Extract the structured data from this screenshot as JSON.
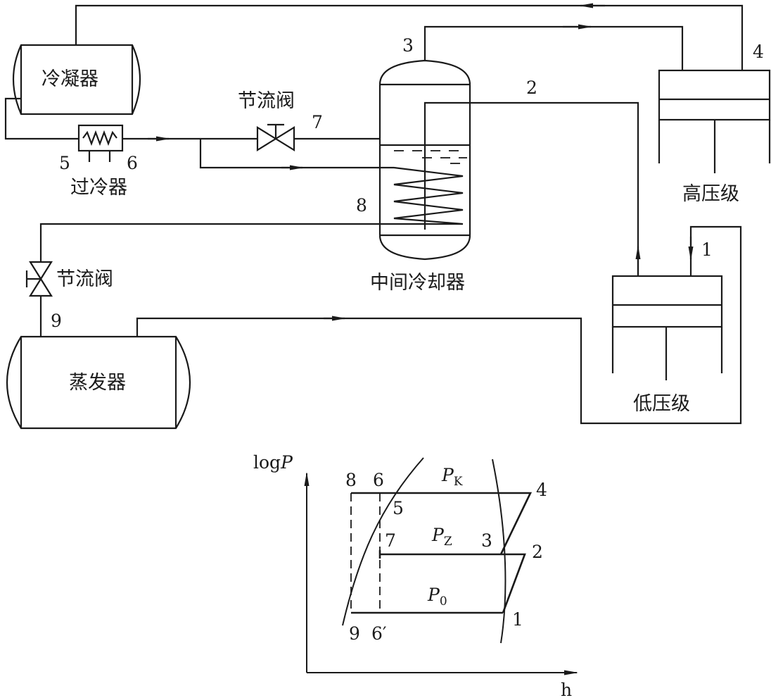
{
  "labels": {
    "condenser": "冷凝器",
    "subcooler": "过冷器",
    "throttle_valve_top": "节流阀",
    "throttle_valve_left": "节流阀",
    "intercooler": "中间冷却器",
    "evaporator": "蒸发器",
    "high_stage": "高压级",
    "low_stage": "低压级"
  },
  "points": {
    "p1": "1",
    "p2": "2",
    "p3": "3",
    "p4": "4",
    "p5": "5",
    "p6": "6",
    "p7": "7",
    "p8": "8",
    "p9": "9"
  },
  "chart": {
    "ylabel_prefix": "log",
    "ylabel_var": "P",
    "xlabel": "h",
    "pk_main": "P",
    "pk_sub": "K",
    "pz_main": "P",
    "pz_sub": "Z",
    "p0_main": "P",
    "p0_sub": "0",
    "pt8": "8",
    "pt6": "6",
    "pt5": "5",
    "pt4": "4",
    "pt7": "7",
    "pt3": "3",
    "pt2": "2",
    "pt1": "1",
    "pt9": "9",
    "pt6p": "6′"
  },
  "colors": {
    "line": "#1a1a1a",
    "background": "#ffffff"
  }
}
